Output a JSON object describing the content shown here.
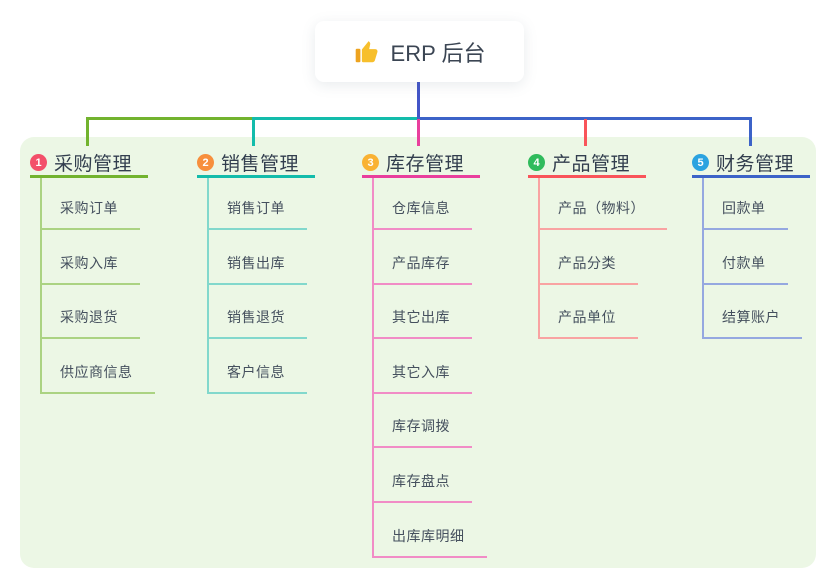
{
  "canvas_bg": "#ffffff",
  "panel_bg": "#ecf7e5",
  "root": {
    "icon": "thumbs-up-icon",
    "title": "ERP 后台",
    "line_color": "#4355c8"
  },
  "branches": [
    {
      "index": "1",
      "label": "采购管理",
      "badge_color": "#f3506a",
      "line_color": "#72b32e",
      "child_line_color": "#abd382",
      "children": [
        "采购订单",
        "采购入库",
        "采购退货",
        "供应商信息"
      ]
    },
    {
      "index": "2",
      "label": "销售管理",
      "badge_color": "#f78f3d",
      "line_color": "#13bcab",
      "child_line_color": "#82d8cc",
      "children": [
        "销售订单",
        "销售出库",
        "销售退货",
        "客户信息"
      ]
    },
    {
      "index": "3",
      "label": "库存管理",
      "badge_color": "#f9b233",
      "line_color": "#e93f9d",
      "child_line_color": "#f18cc6",
      "children": [
        "仓库信息",
        "产品库存",
        "其它出库",
        "其它入库",
        "库存调拨",
        "库存盘点",
        "出库库明细"
      ]
    },
    {
      "index": "4",
      "label": "产品管理",
      "badge_color": "#30bb5c",
      "line_color": "#f9545a",
      "child_line_color": "#f9a3a2",
      "children": [
        "产品（物料）",
        "产品分类",
        "产品单位"
      ]
    },
    {
      "index": "5",
      "label": "财务管理",
      "badge_color": "#2ba3e0",
      "line_color": "#3c63c8",
      "child_line_color": "#95a8e0",
      "children": [
        "回款单",
        "付款单",
        "结算账户"
      ]
    }
  ]
}
